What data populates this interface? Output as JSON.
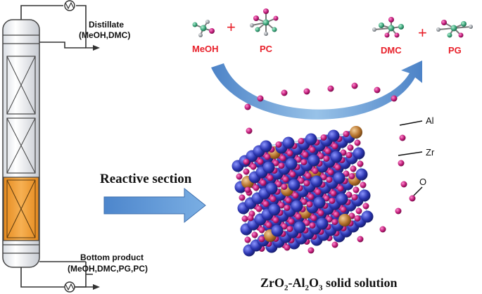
{
  "column": {
    "distillate_label": "Distillate",
    "distillate_components": "(MeOH,DMC)",
    "bottom_label": "Bottom product",
    "bottom_components": "(MeOH,DMC,PG,PC)"
  },
  "reaction": {
    "reactant_1": "MeOH",
    "plus_1": "+",
    "reactant_2": "PC",
    "product_1": "DMC",
    "plus_2": "+",
    "product_2": "PG"
  },
  "reactive_section_label": "Reactive section",
  "crystal": {
    "atom_labels": [
      "Al",
      "Zr",
      "O"
    ],
    "caption_prefix": "ZrO",
    "caption_sub1": "2",
    "caption_mid": "-Al",
    "caption_sub2": "2",
    "caption_mid2": "O",
    "caption_sub3": "3",
    "caption_suffix": " solid solution"
  },
  "colors": {
    "reaction_text": "#e8202a",
    "plus": "#e8202a",
    "arrow_blue": "#5b8fd0",
    "packing_orange": "#f2a23a",
    "zr_atom": "#2b35b0",
    "al_atom": "#b8752e",
    "o_atom": "#c01a78",
    "bond": "#b8d8e8"
  }
}
